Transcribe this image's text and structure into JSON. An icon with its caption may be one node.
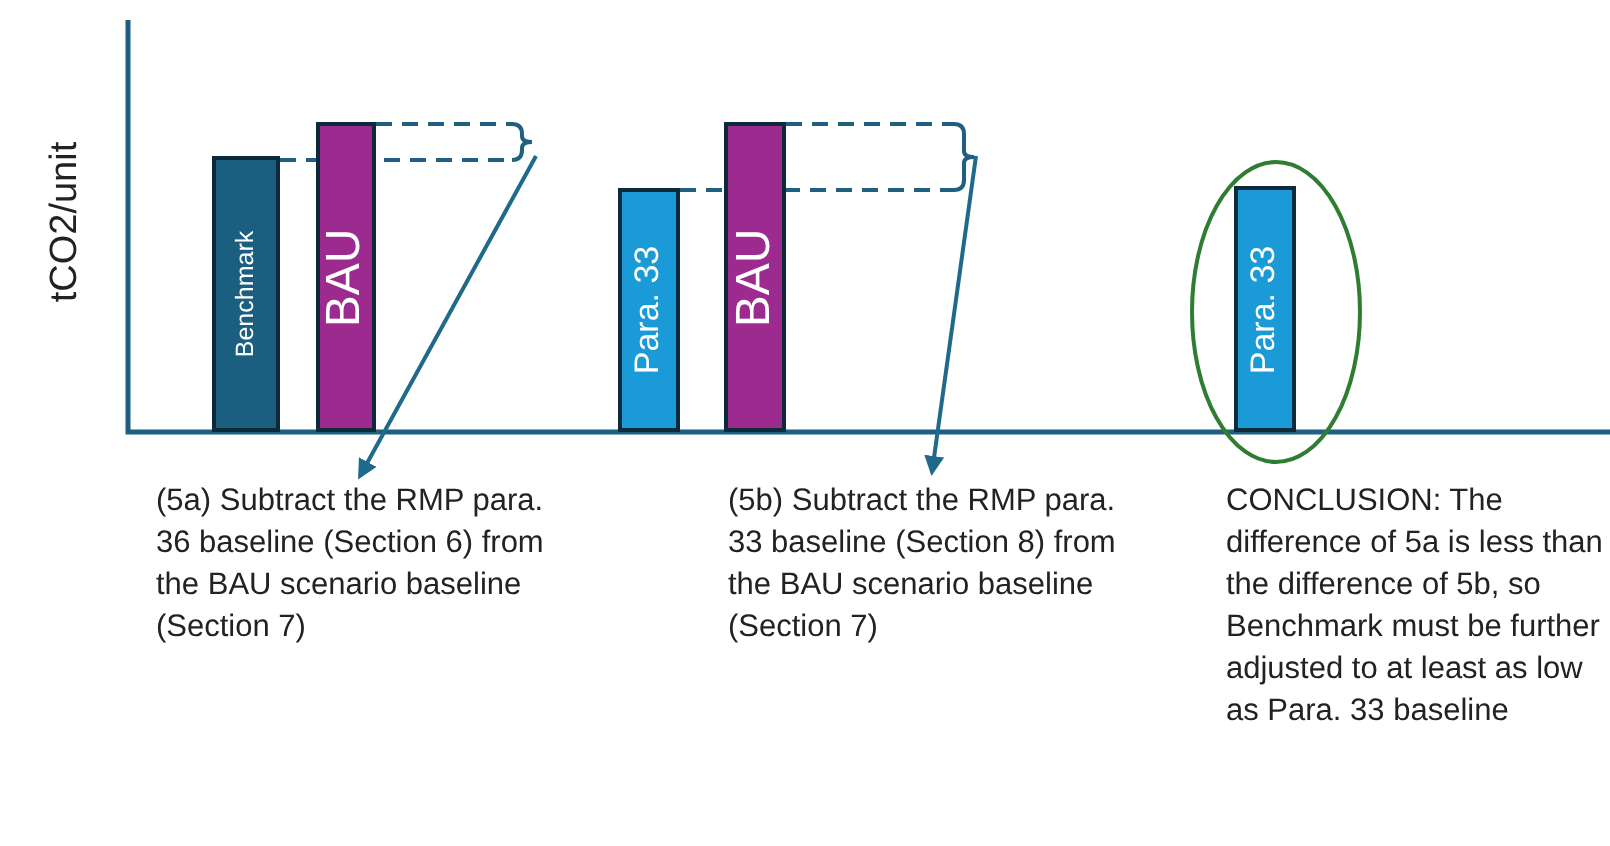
{
  "diagram": {
    "nodes": [
      {
        "text": [
          "Benchmark"
        ]
      },
      {
        "text": [
          "BAU"
        ]
      },
      {
        "text": [
          "Para. 33"
        ]
      },
      {
        "text": [
          "BAU"
        ]
      },
      {
        "text": [],
        "shape": "circle"
      },
      {
        "text": [
          "Para. 33"
        ],
        "in": 4
      },
      {
        "text": [
          "(5a) Subtract the RMP para. 36 baseline (Section 6) from the BAU scenario baseline (Section 7)"
        ]
      },
      {
        "text": [
          "(5b) Subtract the RMP para. 33 baseline (Section 8) from the BAU scenario baseline (Section 7)"
        ]
      }
    ],
    "edges": [
      {
        "from": null,
        "to": 6,
        "arrow": "to"
      },
      {
        "from": null,
        "to": 7,
        "arrow": "to"
      }
    ],
    "labels": [
      "tCO2/unit",
      "CONCLUSION: The difference of 5a is less than the difference of 5b, so Benchmark must be further adjusted to at least as low as Para. 33 baseline"
    ]
  }
}
